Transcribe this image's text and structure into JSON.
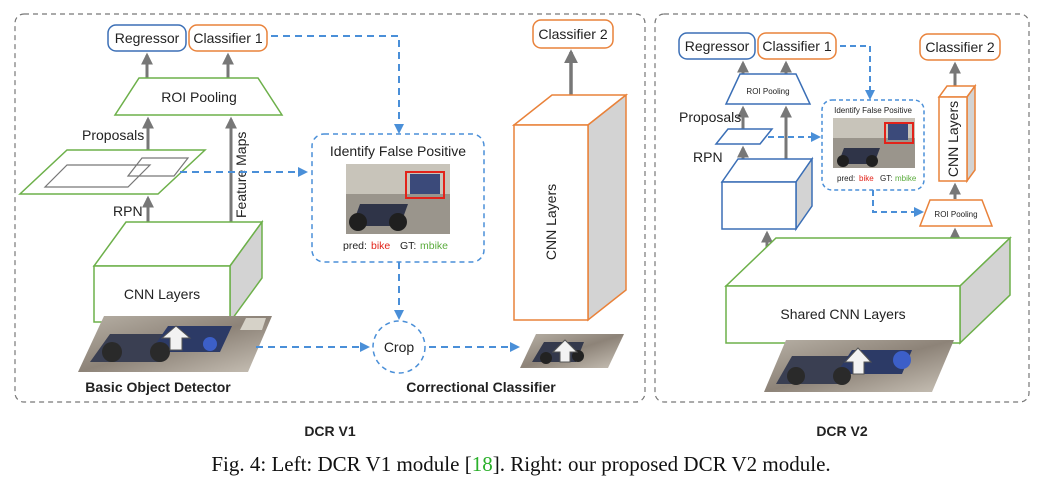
{
  "colors": {
    "blue_box": "#3b6fb6",
    "orange_box": "#e9823a",
    "green_box": "#6db04a",
    "arrow_gray": "#777777",
    "dash_blue": "#4a8fd8",
    "frame": "#777777",
    "pred_red": "#e2231a",
    "gt_green": "#5aab3c"
  },
  "v1": {
    "regressor": "Regressor",
    "classifier1": "Classifier 1",
    "classifier2": "Classifier 2",
    "roi_pooling": "ROI Pooling",
    "proposals": "Proposals",
    "feature_maps": "Feature Maps",
    "rpn": "RPN",
    "cnn_layers": "CNN Layers",
    "cnn_layers_tall": "CNN Layers",
    "identify_fp": "Identify False Positive",
    "pred_label": "pred:",
    "pred_value": "bike",
    "gt_label": "GT:",
    "gt_value": "mbike",
    "crop": "Crop",
    "basic_detector": "Basic Object Detector",
    "correctional_classifier": "Correctional Classifier",
    "title": "DCR V1"
  },
  "v2": {
    "regressor": "Regressor",
    "classifier1": "Classifier 1",
    "classifier2": "Classifier 2",
    "roi_pooling_left": "ROI Pooling",
    "roi_pooling_right": "ROI Pooling",
    "proposals": "Proposals",
    "rpn": "RPN",
    "cnn_layers": "CNN Layers",
    "shared_cnn": "Shared CNN Layers",
    "identify_fp": "Identify False Positive",
    "pred_label": "pred:",
    "pred_value": "bike",
    "gt_label": "GT:",
    "gt_value": "mbike",
    "title": "DCR V2"
  },
  "caption": {
    "prefix": "Fig. 4: Left: DCR V1 module [",
    "ref": "18",
    "suffix": "]. Right: our proposed DCR V2 module."
  }
}
